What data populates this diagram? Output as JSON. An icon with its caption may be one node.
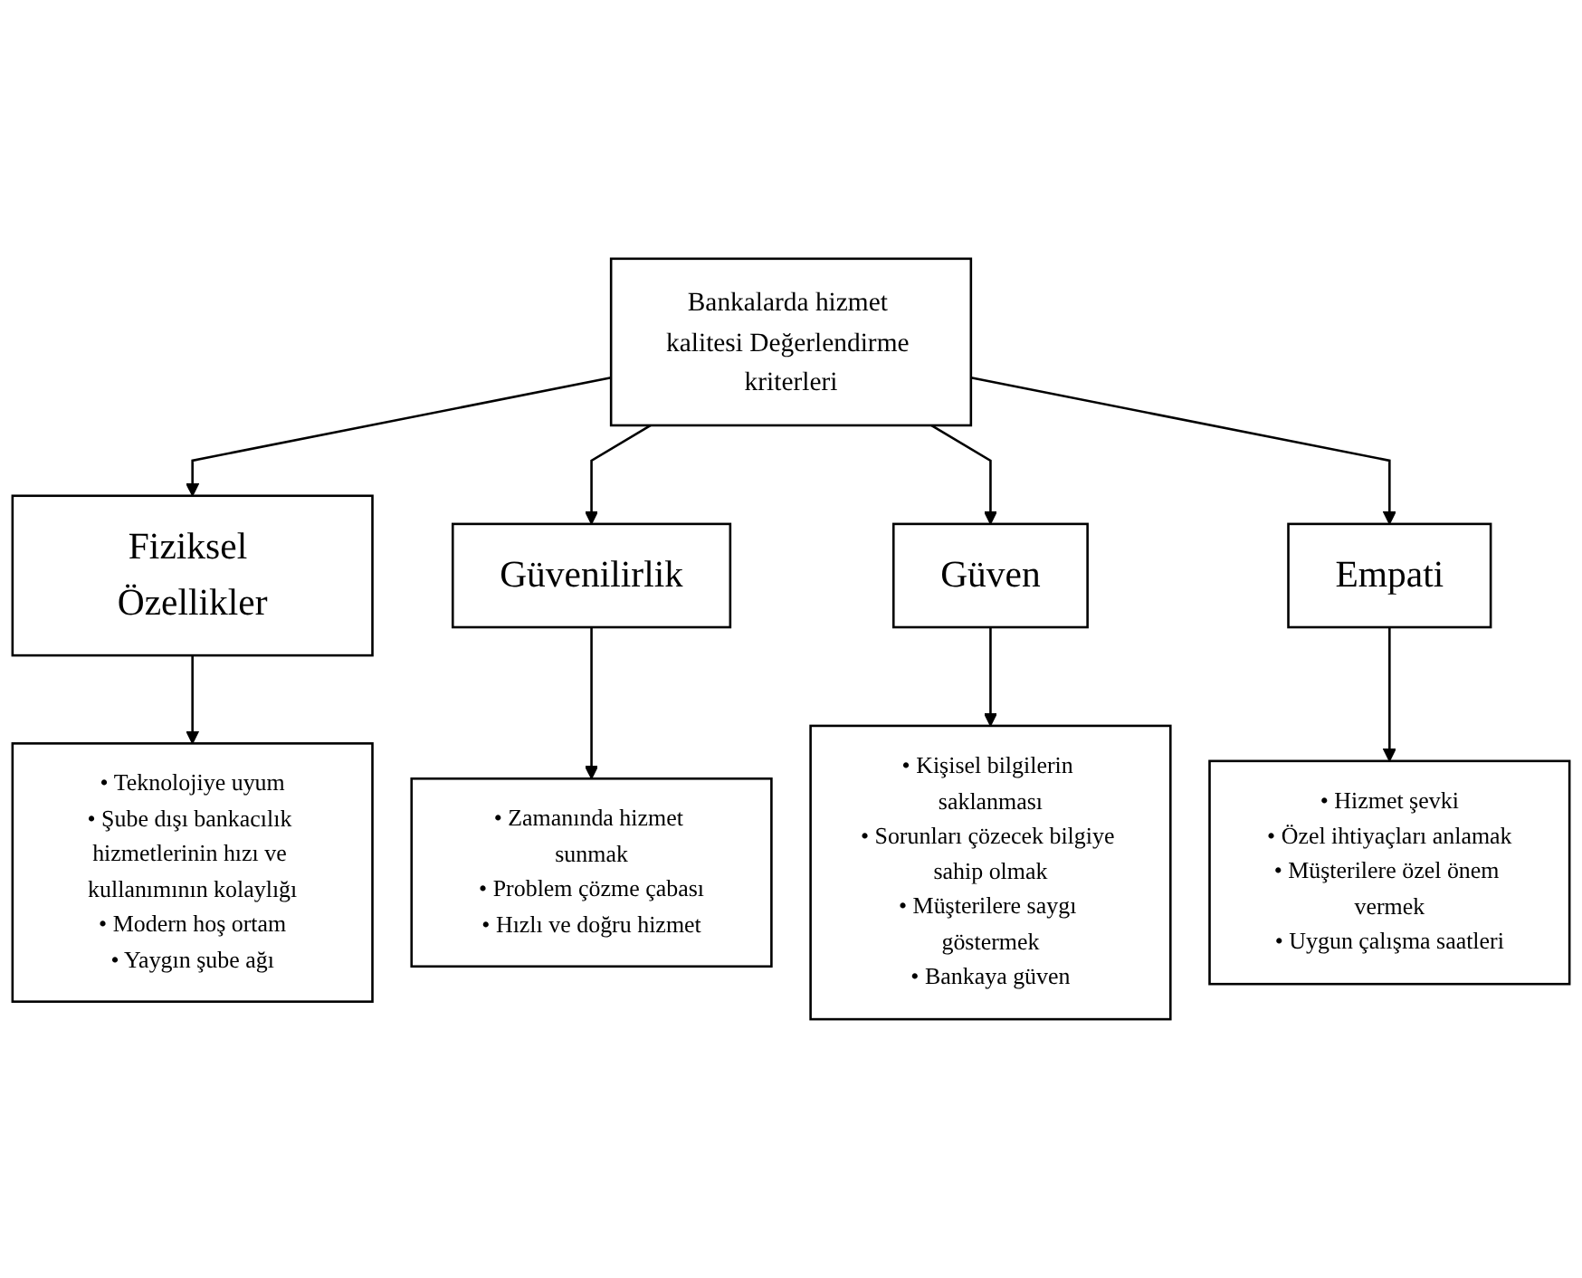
{
  "diagram": {
    "nodes": [
      {
        "text": [
          "Bankalarda hizmet kalitesi Değerlendirme kriterleri"
        ]
      },
      {
        "text": [
          "Fiziksel Özellikler"
        ]
      },
      {
        "text": [
          "Güvenilirlik"
        ]
      },
      {
        "text": [
          "Güven"
        ]
      },
      {
        "text": [
          "Empati"
        ]
      },
      {
        "text": [
          "• Teknolojiye uyum",
          "• Şube dışı bankacılık hizmetlerinin hızı ve kullanımının kolaylığı",
          "• Modern hoş ortam",
          "• Yaygın şube ağı"
        ]
      },
      {
        "text": [
          "• Zamanında hizmet sunmak",
          "• Problem çözme çabası",
          "• Hızlı ve doğru hizmet"
        ]
      },
      {
        "text": [
          "• Kişisel bilgilerin saklanması",
          "• Sorunları çözecek bilgiye sahip olmak",
          "• Müşterilere saygı göstermek",
          "• Bankaya güven"
        ]
      },
      {
        "text": [
          "• Hizmet şevki",
          "• Özel ihtiyaçları anlamak",
          "• Müşterilere özel önem vermek",
          "• Uygun çalışma saatleri"
        ]
      }
    ],
    "edges": [
      {
        "from": 0,
        "to": 1,
        "arrow": "to"
      },
      {
        "from": 0,
        "to": 2,
        "arrow": "to"
      },
      {
        "from": 0,
        "to": 3,
        "arrow": "to"
      },
      {
        "from": 0,
        "to": 4,
        "arrow": "to"
      },
      {
        "from": 1,
        "to": 5,
        "arrow": "to"
      },
      {
        "from": 2,
        "to": 6,
        "arrow": "to"
      },
      {
        "from": 3,
        "to": 7,
        "arrow": "to"
      },
      {
        "from": 4,
        "to": 8,
        "arrow": "to"
      }
    ]
  }
}
